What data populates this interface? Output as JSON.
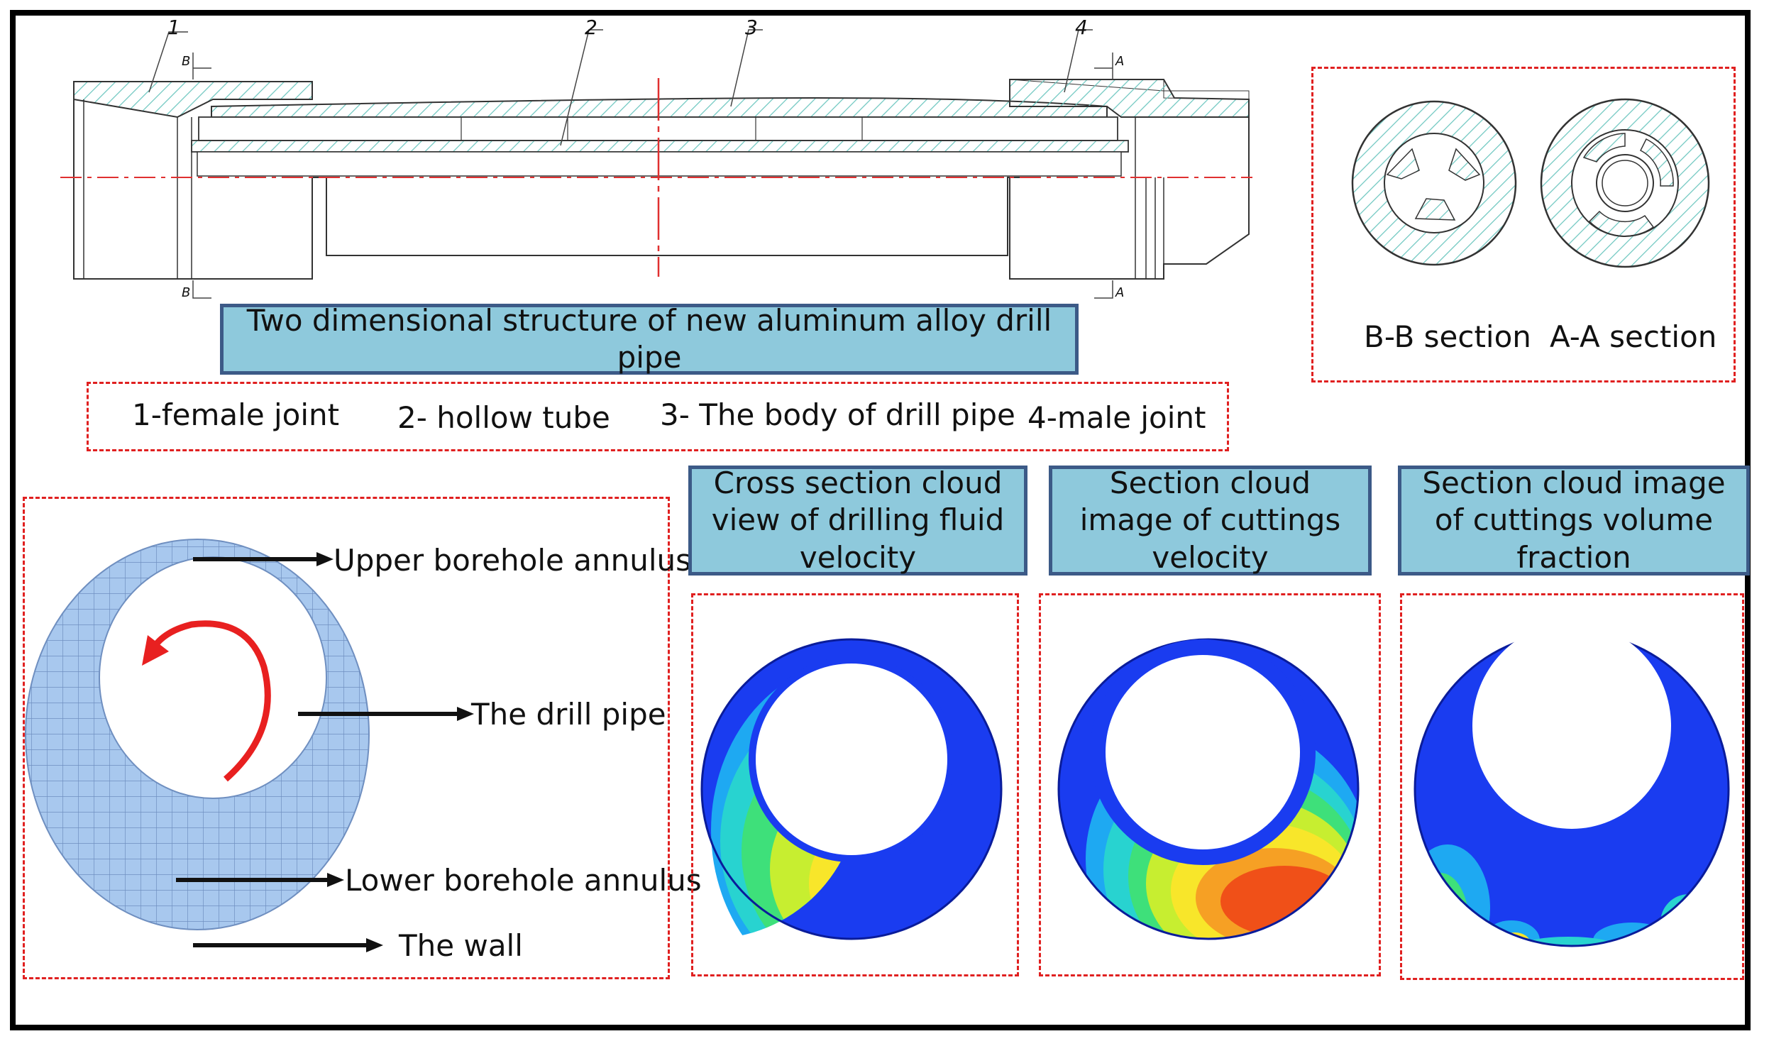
{
  "structure": {
    "title": "Two dimensional structure of new aluminum alloy drill pipe",
    "callouts": [
      "1",
      "2",
      "3",
      "4"
    ],
    "section_marks": [
      "B",
      "A"
    ]
  },
  "legend": {
    "item1": "1-female joint",
    "item2": "2- hollow tube",
    "item3": "3- The body of drill pipe",
    "item4": "4-male joint"
  },
  "sections": {
    "bb": "B-B section",
    "aa": "A-A section"
  },
  "annulus": {
    "upper": "Upper borehole annulus",
    "drill_pipe": "The drill pipe",
    "lower": "Lower borehole annulus",
    "wall": "The wall"
  },
  "clouds": {
    "fluid": "Cross section cloud view of drilling fluid velocity",
    "cuttings_velocity": "Section cloud image of cuttings velocity",
    "cuttings_fraction": "Section cloud image of cuttings volume fraction"
  },
  "colors": {
    "frame": "#000000",
    "dash": "#e02020",
    "title_fill": "#8ec9dc",
    "title_border": "#3c5a87",
    "hatch": "#6ec7c0",
    "mesh": "#a8c8ee",
    "contour_blue": "#1a3cf0"
  }
}
